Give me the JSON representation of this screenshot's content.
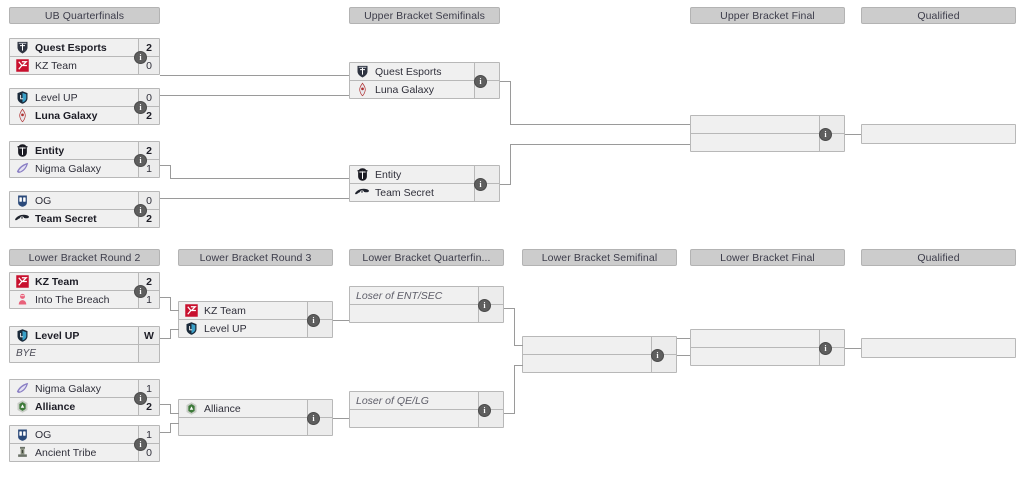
{
  "bracket": {
    "upper": {
      "headers": [
        {
          "label": "UB Quarterfinals"
        },
        {
          "label": "Upper Bracket Semifinals"
        },
        {
          "label": "Upper Bracket Final"
        },
        {
          "label": "Qualified"
        }
      ],
      "quarterfinals": [
        {
          "top": {
            "team": "Quest Esports",
            "logo": "quest-esports",
            "score": "2",
            "winner": true
          },
          "bottom": {
            "team": "KZ Team",
            "logo": "kz-team",
            "score": "0",
            "winner": false
          },
          "info": "i"
        },
        {
          "top": {
            "team": "Level UP",
            "logo": "level-up",
            "score": "0",
            "winner": false
          },
          "bottom": {
            "team": "Luna Galaxy",
            "logo": "luna-galaxy",
            "score": "2",
            "winner": true
          },
          "info": "i"
        },
        {
          "top": {
            "team": "Entity",
            "logo": "entity",
            "score": "2",
            "winner": true
          },
          "bottom": {
            "team": "Nigma Galaxy",
            "logo": "nigma-galaxy",
            "score": "1",
            "winner": false
          },
          "info": "i"
        },
        {
          "top": {
            "team": "OG",
            "logo": "og",
            "score": "0",
            "winner": false
          },
          "bottom": {
            "team": "Team Secret",
            "logo": "team-secret",
            "score": "2",
            "winner": true
          },
          "info": "i"
        }
      ],
      "semifinals": [
        {
          "top": {
            "team": "Quest Esports",
            "logo": "quest-esports",
            "score": "",
            "winner": false
          },
          "bottom": {
            "team": "Luna Galaxy",
            "logo": "luna-galaxy",
            "score": "",
            "winner": false
          },
          "info": "i"
        },
        {
          "top": {
            "team": "Entity",
            "logo": "entity",
            "score": "",
            "winner": false
          },
          "bottom": {
            "team": "Team Secret",
            "logo": "team-secret",
            "score": "",
            "winner": false
          },
          "info": "i"
        }
      ],
      "final": {
        "top": {
          "team": "",
          "logo": "",
          "score": "",
          "winner": false
        },
        "bottom": {
          "team": "",
          "logo": "",
          "score": "",
          "winner": false
        },
        "info": "i"
      },
      "qualified": {
        "team": "",
        "logo": "",
        "score": ""
      }
    },
    "lower": {
      "headers": [
        {
          "label": "Lower Bracket Round 2"
        },
        {
          "label": "Lower Bracket Round 3"
        },
        {
          "label": "Lower Bracket Quarterfin..."
        },
        {
          "label": "Lower Bracket Semifinal"
        },
        {
          "label": "Lower Bracket Final"
        },
        {
          "label": "Qualified"
        }
      ],
      "round2": [
        {
          "top": {
            "team": "KZ Team",
            "logo": "kz-team",
            "score": "2",
            "winner": true
          },
          "bottom": {
            "team": "Into The Breach",
            "logo": "into-the-breach",
            "score": "1",
            "winner": false
          },
          "info": "i"
        },
        {
          "top": {
            "team": "Level UP",
            "logo": "level-up",
            "score": "W",
            "winner": true
          },
          "bottom": {
            "team": "BYE",
            "logo": "",
            "score": "",
            "winner": false,
            "bye": true
          },
          "info": ""
        },
        {
          "top": {
            "team": "Nigma Galaxy",
            "logo": "nigma-galaxy",
            "score": "1",
            "winner": false
          },
          "bottom": {
            "team": "Alliance",
            "logo": "alliance",
            "score": "2",
            "winner": true
          },
          "info": "i"
        },
        {
          "top": {
            "team": "OG",
            "logo": "og",
            "score": "1",
            "winner": false
          },
          "bottom": {
            "team": "Ancient Tribe",
            "logo": "ancient-tribe",
            "score": "0",
            "winner": false
          },
          "info": "i"
        }
      ],
      "round3": [
        {
          "top": {
            "team": "KZ Team",
            "logo": "kz-team",
            "score": "",
            "winner": false
          },
          "bottom": {
            "team": "Level UP",
            "logo": "level-up",
            "score": "",
            "winner": false
          },
          "info": "i"
        },
        {
          "top": {
            "team": "Alliance",
            "logo": "alliance",
            "score": "",
            "winner": false
          },
          "bottom": {
            "team": "",
            "logo": "",
            "score": "",
            "winner": false
          },
          "info": "i"
        }
      ],
      "quarterfinals": [
        {
          "top": {
            "team": "Loser of ENT/SEC",
            "logo": "",
            "score": "",
            "winner": false,
            "placeholder": true
          },
          "bottom": {
            "team": "",
            "logo": "",
            "score": "",
            "winner": false
          },
          "info": "i"
        },
        {
          "top": {
            "team": "Loser of QE/LG",
            "logo": "",
            "score": "",
            "winner": false,
            "placeholder": true
          },
          "bottom": {
            "team": "",
            "logo": "",
            "score": "",
            "winner": false
          },
          "info": "i"
        }
      ],
      "semifinal": {
        "top": {
          "team": "",
          "logo": "",
          "score": "",
          "winner": false
        },
        "bottom": {
          "team": "",
          "logo": "",
          "score": "",
          "winner": false
        },
        "info": "i"
      },
      "final": {
        "top": {
          "team": "",
          "logo": "",
          "score": "",
          "winner": false
        },
        "bottom": {
          "team": "",
          "logo": "",
          "score": "",
          "winner": false
        },
        "info": "i"
      },
      "qualified": {
        "team": "",
        "logo": "",
        "score": ""
      }
    }
  },
  "colors": {
    "header_bg": "#cccccc",
    "match_bg": "#f0f0f0",
    "border": "#b8b8b8",
    "line": "#9a9a9a",
    "info_bubble": "#5e5e5e",
    "text": "#2f2f3a"
  }
}
